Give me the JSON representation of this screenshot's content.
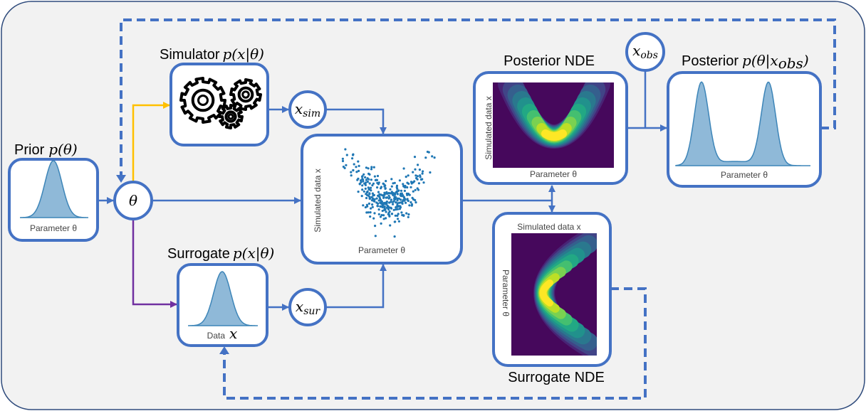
{
  "prior": {
    "title": "Prior",
    "math": "p(θ)",
    "axis": "Parameter θ"
  },
  "simulator": {
    "title": "Simulator",
    "math": "p(x|θ)",
    "icon": "gears-icon"
  },
  "surrogate": {
    "title": "Surrogate",
    "math": "p(x|θ)",
    "axis": "Data",
    "axis_math": "x"
  },
  "theta_node": {
    "label": "θ"
  },
  "x_sim_node": {
    "base": "x",
    "sub": "sim"
  },
  "x_sur_node": {
    "base": "x",
    "sub": "sur"
  },
  "x_obs_node": {
    "base": "x",
    "sub": "obs"
  },
  "scatter_plot": {
    "xlabel": "Parameter θ",
    "ylabel": "Simulated data x"
  },
  "posterior_nde": {
    "title": "Posterior NDE",
    "xlabel": "Parameter θ",
    "ylabel": "Simulated data x"
  },
  "surrogate_nde": {
    "title": "Surrogate NDE",
    "xlabel": "Simulated data x",
    "ylabel": "Parameter θ"
  },
  "posterior": {
    "title": "Posterior",
    "math_pre": "p(θ|x",
    "math_sub": "obs",
    "math_post": ")",
    "axis": "Parameter θ"
  },
  "colors": {
    "accent": "#4472c4",
    "yellow_arrow": "#ffc000",
    "purple_arrow": "#7030a0",
    "density_fill": "#8fb9d8",
    "density_line": "#3d85b8",
    "scatter": "#1f77b4",
    "background": "#f2f2f2"
  }
}
